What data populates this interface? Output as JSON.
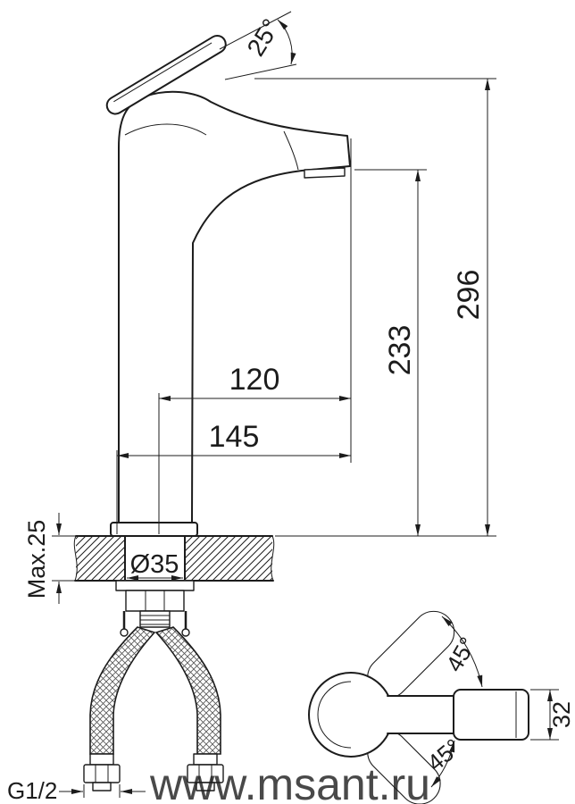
{
  "drawing": {
    "background": "#ffffff",
    "line_color": "#1c1c1c",
    "watermark": {
      "text": "www.msant.ru",
      "color": "#c8c8c8"
    },
    "dimensions": {
      "lever_open_angle": "25°",
      "overall_height": "296",
      "spout_height": "233",
      "spout_reach": "120",
      "overall_reach": "145",
      "max_deck_thickness": "Max.25",
      "mounting_hole_diameter": "Ø35",
      "inlet_thread": "G1/2",
      "handle_swing_upper": "45°",
      "handle_swing_lower": "45°",
      "handle_end_width": "32"
    }
  }
}
